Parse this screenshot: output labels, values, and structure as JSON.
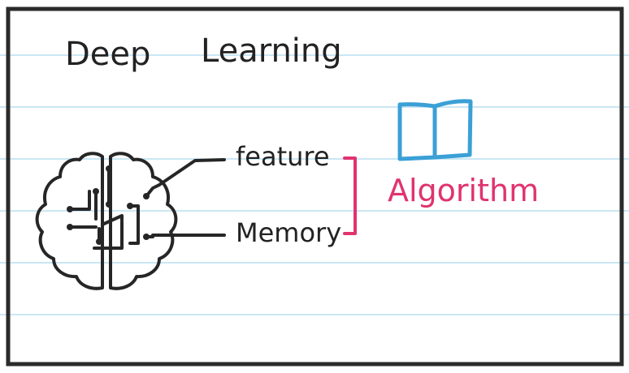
{
  "title": {
    "word1": "Deep",
    "word2": "Learning"
  },
  "labels": {
    "feature": "feature",
    "memory": "Memory",
    "algorithm": "Algorithm"
  },
  "icons": {
    "brain": "brain-circuit-icon",
    "book": "open-book-icon"
  },
  "colors": {
    "ink": "#262626",
    "rule_lines": "#b9dff0",
    "accent_pink": "#e0336f",
    "book_blue": "#3ba0d6",
    "border": "#2a2a2a"
  }
}
